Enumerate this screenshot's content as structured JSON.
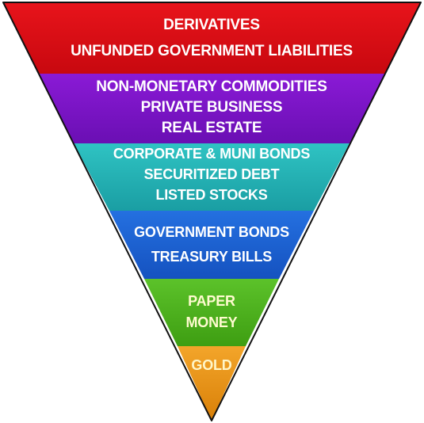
{
  "tiers": [
    {
      "id": "derivatives",
      "lines": [
        "DERIVATIVES",
        "UNFUNDED GOVERNMENT LIABILITIES"
      ],
      "color_top": "#e8141b",
      "color_bottom": "#c8080f"
    },
    {
      "id": "commodities",
      "lines": [
        "NON-MONETARY COMMODITIES",
        "PRIVATE BUSINESS",
        "REAL ESTATE"
      ],
      "color_top": "#8a1ad6",
      "color_bottom": "#6a0fb3"
    },
    {
      "id": "bonds-stocks",
      "lines": [
        "CORPORATE & MUNI BONDS",
        "SECURITIZED DEBT",
        "LISTED STOCKS"
      ],
      "color_top": "#2fc3c3",
      "color_bottom": "#1a9ea3"
    },
    {
      "id": "government",
      "lines": [
        "GOVERNMENT BONDS",
        "TREASURY BILLS"
      ],
      "color_top": "#2470e0",
      "color_bottom": "#1552c0"
    },
    {
      "id": "paper-money",
      "lines": [
        "PAPER",
        "MONEY"
      ],
      "color_top": "#5cc22a",
      "color_bottom": "#3e9e12"
    },
    {
      "id": "gold",
      "lines": [
        "GOLD"
      ],
      "color_top": "#f3a52a",
      "color_bottom": "#d98008"
    }
  ]
}
